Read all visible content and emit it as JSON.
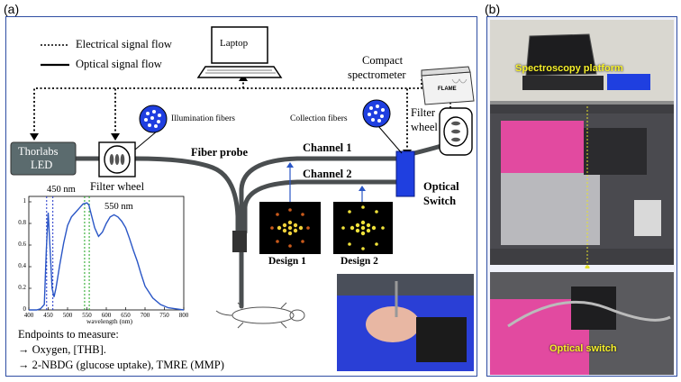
{
  "panel_a": {
    "label": "(a)",
    "legend": {
      "electrical": "Electrical signal flow",
      "optical": "Optical signal flow"
    },
    "laptop": "Laptop",
    "spectrometer": {
      "line1": "Compact",
      "line2": "spectrometer",
      "brand": "FLAME"
    },
    "led": {
      "line1": "Thorlabs",
      "line2": "LED"
    },
    "filter_wheel_left": "Filter wheel",
    "filter_wheel_right": {
      "line1": "Filter",
      "line2": "wheel"
    },
    "illumination_fibers": "Illumination fibers",
    "collection_fibers": "Collection fibers",
    "fiber_probe": "Fiber probe",
    "channel1": "Channel 1",
    "channel2": "Channel 2",
    "optical_switch": {
      "line1": "Optical",
      "line2": "Switch"
    },
    "design1": "Design 1",
    "design2": "Design  2",
    "endpoints": {
      "title": "Endpoints to measure:",
      "item1": "→ Oxygen,  [THB].",
      "item2": "→ 2-NBDG (glucose uptake), TMRE (MMP)"
    }
  },
  "panel_b": {
    "label": "(b)",
    "caption_top": "Spectroscopy platform",
    "caption_bottom": "Optical switch"
  },
  "colors": {
    "frame": "#2f4ea3",
    "led_box": "#5b6b6e",
    "switch_blue": "#1f3fe0",
    "spectrum_line": "#2a56c6",
    "marker_450": "#1f33c9",
    "marker_550": "#1fa51f",
    "caption_yellow": "#f7f12a"
  },
  "chart_data": {
    "type": "line",
    "title": "",
    "xlabel": "wavelength (nm)",
    "ylabel": "",
    "xlim": [
      400,
      800
    ],
    "ylim": [
      0,
      1.05
    ],
    "xticks": [
      "400",
      "450",
      "500",
      "550",
      "600",
      "650",
      "700",
      "750",
      "800"
    ],
    "yticks": [
      "0",
      "0.2",
      "0.4",
      "0.6",
      "0.8",
      "1"
    ],
    "annotations": [
      "450 nm",
      "550 nm"
    ],
    "x": [
      400,
      420,
      430,
      440,
      445,
      450,
      455,
      460,
      465,
      470,
      480,
      490,
      500,
      510,
      520,
      530,
      540,
      550,
      555,
      560,
      570,
      580,
      590,
      600,
      610,
      620,
      630,
      640,
      650,
      660,
      670,
      680,
      690,
      700,
      720,
      740,
      760,
      780,
      800
    ],
    "y": [
      0,
      0,
      0.01,
      0.05,
      0.55,
      0.9,
      0.55,
      0.2,
      0.12,
      0.2,
      0.42,
      0.62,
      0.78,
      0.86,
      0.9,
      0.94,
      0.98,
      0.99,
      0.97,
      0.9,
      0.76,
      0.68,
      0.72,
      0.8,
      0.86,
      0.88,
      0.86,
      0.82,
      0.76,
      0.66,
      0.55,
      0.45,
      0.33,
      0.22,
      0.11,
      0.05,
      0.02,
      0.01,
      0
    ]
  }
}
